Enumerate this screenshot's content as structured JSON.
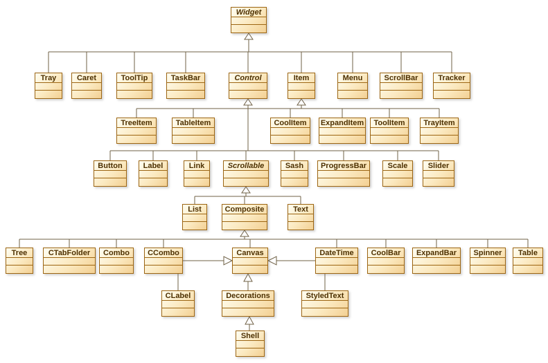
{
  "diagram": {
    "kind": "uml-class-hierarchy",
    "colors": {
      "box_border": "#9c6512",
      "box_fill_light": "#fffef2",
      "box_fill_dark": "#f3d093",
      "name_text": "#4d3000",
      "edge_line": "#6f6046",
      "background": "#ffffff"
    },
    "classes": [
      {
        "name": "Widget",
        "abstract": true
      },
      {
        "name": "Tray",
        "abstract": false
      },
      {
        "name": "Caret",
        "abstract": false
      },
      {
        "name": "ToolTip",
        "abstract": false
      },
      {
        "name": "TaskBar",
        "abstract": false
      },
      {
        "name": "Control",
        "abstract": true
      },
      {
        "name": "Item",
        "abstract": false
      },
      {
        "name": "Menu",
        "abstract": false
      },
      {
        "name": "ScrollBar",
        "abstract": false
      },
      {
        "name": "Tracker",
        "abstract": false
      },
      {
        "name": "TreeItem",
        "abstract": false
      },
      {
        "name": "TableItem",
        "abstract": false
      },
      {
        "name": "CoolItem",
        "abstract": false
      },
      {
        "name": "ExpandItem",
        "abstract": false
      },
      {
        "name": "ToolItem",
        "abstract": false
      },
      {
        "name": "TrayItem",
        "abstract": false
      },
      {
        "name": "Button",
        "abstract": false
      },
      {
        "name": "Label",
        "abstract": false
      },
      {
        "name": "Link",
        "abstract": false
      },
      {
        "name": "Scrollable",
        "abstract": true
      },
      {
        "name": "Sash",
        "abstract": false
      },
      {
        "name": "ProgressBar",
        "abstract": false
      },
      {
        "name": "Scale",
        "abstract": false
      },
      {
        "name": "Slider",
        "abstract": false
      },
      {
        "name": "List",
        "abstract": false
      },
      {
        "name": "Composite",
        "abstract": false
      },
      {
        "name": "Text",
        "abstract": false
      },
      {
        "name": "Tree",
        "abstract": false
      },
      {
        "name": "CTabFolder",
        "abstract": false
      },
      {
        "name": "Combo",
        "abstract": false
      },
      {
        "name": "CCombo",
        "abstract": false
      },
      {
        "name": "Canvas",
        "abstract": false
      },
      {
        "name": "DateTime",
        "abstract": false
      },
      {
        "name": "CoolBar",
        "abstract": false
      },
      {
        "name": "ExpandBar",
        "abstract": false
      },
      {
        "name": "Spinner",
        "abstract": false
      },
      {
        "name": "Table",
        "abstract": false
      },
      {
        "name": "CLabel",
        "abstract": false
      },
      {
        "name": "Decorations",
        "abstract": false
      },
      {
        "name": "StyledText",
        "abstract": false
      },
      {
        "name": "Shell",
        "abstract": false
      }
    ],
    "relations": [
      {
        "type": "generalization",
        "parent": "Widget",
        "children": [
          "Tray",
          "Caret",
          "ToolTip",
          "TaskBar",
          "Control",
          "Item",
          "Menu",
          "ScrollBar",
          "Tracker"
        ]
      },
      {
        "type": "generalization",
        "parent": "Item",
        "children": [
          "TreeItem",
          "TableItem",
          "CoolItem",
          "ExpandItem",
          "ToolItem",
          "TrayItem"
        ]
      },
      {
        "type": "generalization",
        "parent": "Control",
        "children": [
          "Button",
          "Label",
          "Link",
          "Scrollable",
          "Sash",
          "ProgressBar",
          "Scale",
          "Slider"
        ]
      },
      {
        "type": "generalization",
        "parent": "Scrollable",
        "children": [
          "List",
          "Composite",
          "Text"
        ]
      },
      {
        "type": "generalization",
        "parent": "Composite",
        "children": [
          "Tree",
          "CTabFolder",
          "Combo",
          "CCombo",
          "Canvas",
          "DateTime",
          "CoolBar",
          "ExpandBar",
          "Spinner",
          "Table"
        ]
      },
      {
        "type": "generalization",
        "parent": "Canvas",
        "children": [
          "CLabel",
          "Decorations",
          "StyledText"
        ]
      },
      {
        "type": "generalization",
        "parent": "Decorations",
        "children": [
          "Shell"
        ]
      }
    ]
  }
}
